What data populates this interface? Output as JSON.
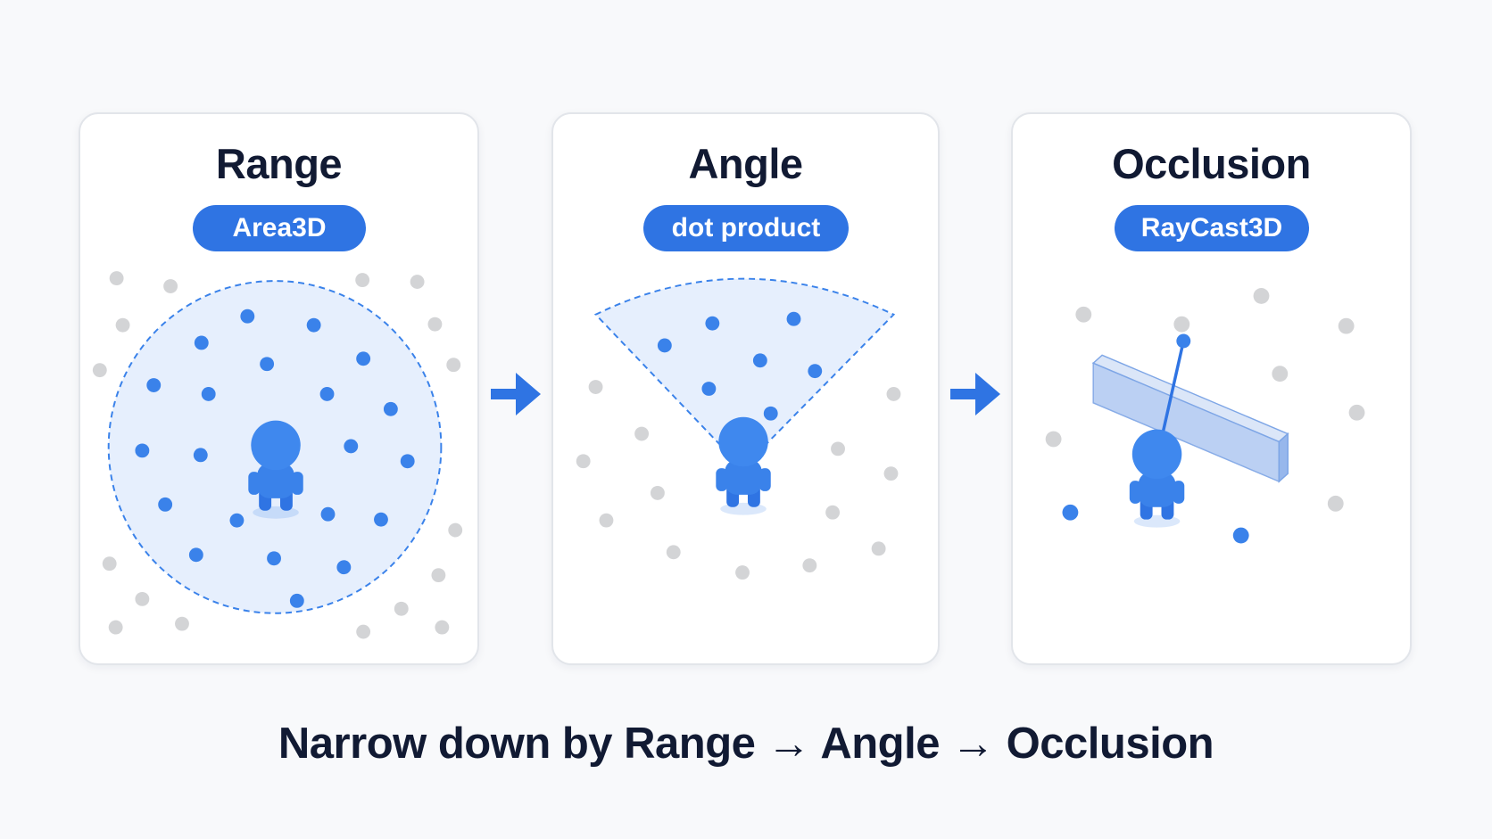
{
  "panels": [
    {
      "title": "Range",
      "badge": "Area3D"
    },
    {
      "title": "Angle",
      "badge": "dot product"
    },
    {
      "title": "Occlusion",
      "badge": "RayCast3D"
    }
  ],
  "caption": "Narrow down by Range → Angle → Occlusion",
  "colors": {
    "accent": "#2f74e3",
    "dot_detected": "#3a82ea",
    "dot_ignored": "#d3d4d6",
    "zone_fill": "#e6effd",
    "title_text": "#111a33"
  },
  "icons": [
    "right-arrow-icon",
    "character-icon"
  ]
}
